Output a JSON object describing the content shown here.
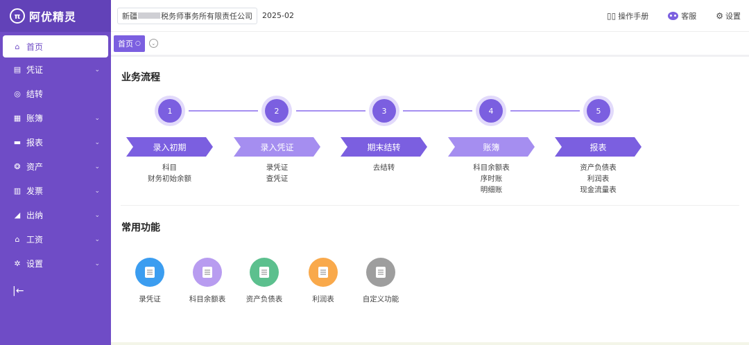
{
  "sidebar": {
    "logo_mark": "π",
    "logo_text": "阿优精灵",
    "items": [
      {
        "label": "首页",
        "icon": "⌂",
        "chev": ""
      },
      {
        "label": "凭证",
        "icon": "▤",
        "chev": "⌄"
      },
      {
        "label": "结转",
        "icon": "◎",
        "chev": ""
      },
      {
        "label": "账簿",
        "icon": "▦",
        "chev": "⌄"
      },
      {
        "label": "报表",
        "icon": "▬",
        "chev": "⌄"
      },
      {
        "label": "资产",
        "icon": "❂",
        "chev": "⌄"
      },
      {
        "label": "发票",
        "icon": "▥",
        "chev": "⌄"
      },
      {
        "label": "出纳",
        "icon": "◢",
        "chev": "⌄"
      },
      {
        "label": "工资",
        "icon": "⌂",
        "chev": "⌄"
      },
      {
        "label": "设置",
        "icon": "✲",
        "chev": "⌄"
      }
    ],
    "collapse_icon": "|←"
  },
  "header": {
    "company_prefix": "新疆",
    "company_suffix": "税务师事务所有限责任公司",
    "select_chevron": "⌄",
    "period": "2025-02",
    "manual_icon": "▯▯",
    "manual": "操作手册",
    "service": "客服",
    "settings_icon": "⚙",
    "settings": "设置"
  },
  "tabs": {
    "home": "首页",
    "refresh_icon": "○",
    "more_icon": "⌄"
  },
  "workflow": {
    "title": "业务流程",
    "steps": [
      {
        "num": "1",
        "label": "录入初期",
        "links": [
          "科目",
          "财务初始余额"
        ]
      },
      {
        "num": "2",
        "label": "录入凭证",
        "links": [
          "录凭证",
          "查凭证"
        ]
      },
      {
        "num": "3",
        "label": "期末结转",
        "links": [
          "去结转"
        ]
      },
      {
        "num": "4",
        "label": "账簿",
        "links": [
          "科目余额表",
          "序时账",
          "明细账"
        ]
      },
      {
        "num": "5",
        "label": "报表",
        "links": [
          "资产负债表",
          "利润表",
          "现金流量表"
        ]
      }
    ]
  },
  "common": {
    "title": "常用功能",
    "items": [
      {
        "label": "录凭证",
        "color": "#3b9df0"
      },
      {
        "label": "科目余额表",
        "color": "#b89cf0"
      },
      {
        "label": "资产负债表",
        "color": "#5cc08e"
      },
      {
        "label": "利润表",
        "color": "#f9a94b"
      },
      {
        "label": "自定义功能",
        "color": "#9e9e9e"
      }
    ]
  },
  "colors": {
    "sidebar_bg": "#6f4cc6",
    "accent": "#7b5fe0",
    "accent_light": "#a58ef0"
  }
}
